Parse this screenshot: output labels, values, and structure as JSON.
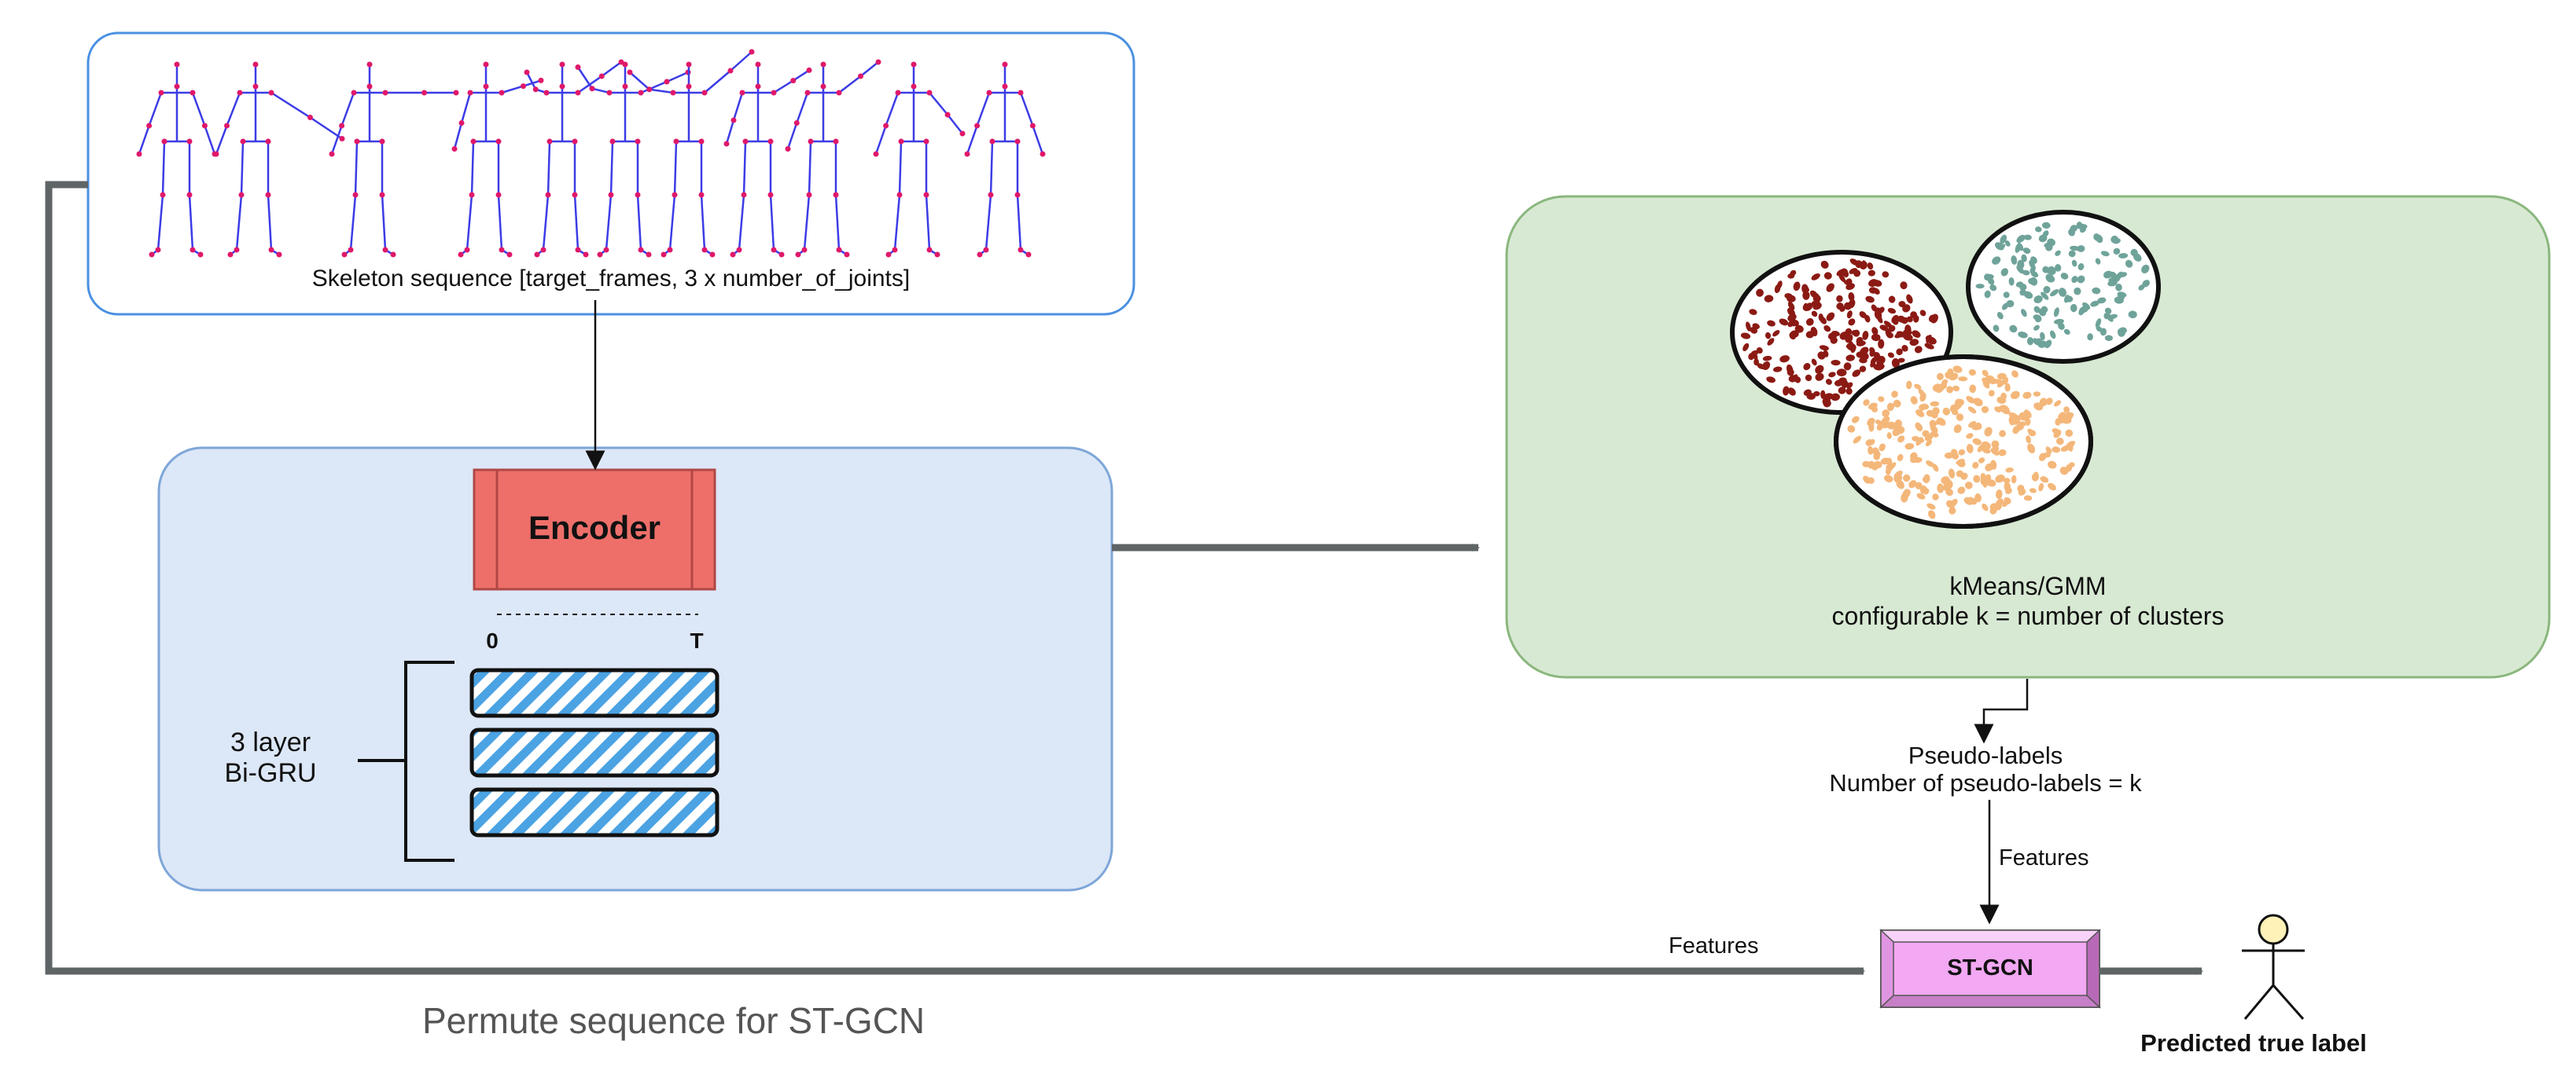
{
  "skeleton_panel": {
    "caption": "Skeleton sequence [target_frames, 3 x number_of_joints]",
    "figure_count": 11
  },
  "encoder_panel": {
    "encoder_label": "Encoder",
    "time_start": "0",
    "time_end": "T",
    "gru_label_line1": "3 layer",
    "gru_label_line2": "Bi-GRU",
    "gru_layer_count": 3
  },
  "cluster_panel": {
    "title": "kMeans/GMM",
    "subtitle": "configurable k = number of clusters",
    "cluster_colors": [
      "#8b1a14",
      "#6fa39a",
      "#f4b77a"
    ]
  },
  "pseudo_labels": {
    "line1": "Pseudo-labels",
    "line2": "Number of pseudo-labels = k"
  },
  "edges": {
    "features_top": "Features",
    "features_left": "Features",
    "permute_label": "Permute sequence for ST-GCN"
  },
  "stgcn": {
    "label": "ST-GCN"
  },
  "output": {
    "label": "Predicted true label"
  },
  "colors": {
    "skeleton_border": "#4a90e2",
    "encoder_panel_fill": "#dce7f7",
    "encoder_panel_border": "#7ea6d8",
    "encoder_fill": "#ee6f6a",
    "cluster_panel_fill": "#d8e9d3",
    "cluster_panel_border": "#8ab77e",
    "stgcn_fill": "#f2a8f2",
    "gru_stripe": "#4ba3e3",
    "arrow_gray": "#5f6466",
    "skeleton_limb": "#3c3ce6",
    "skeleton_joint": "#e0186a"
  }
}
